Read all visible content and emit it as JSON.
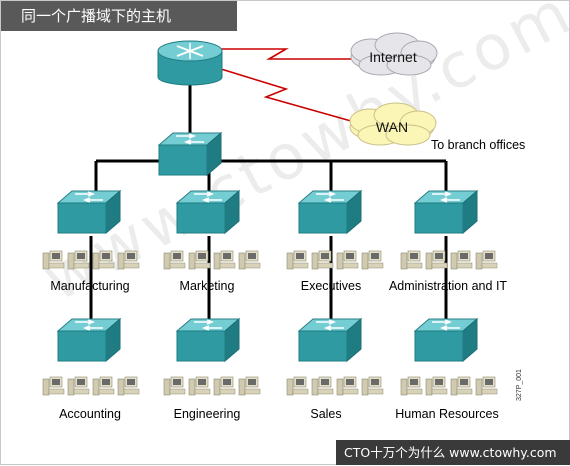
{
  "title": "同一个广播域下的主机",
  "watermark": "www.ctowhy.com",
  "footer": "CTO十万个为什么 www.ctowhy.com",
  "figure_code": "327P_001",
  "clouds": {
    "internet": "Internet",
    "wan": "WAN"
  },
  "wan_note": "To branch offices",
  "departments_top": [
    "Manufacturing",
    "Marketing",
    "Executives",
    "Administration and IT"
  ],
  "departments_bottom": [
    "Accounting",
    "Engineering",
    "Sales",
    "Human Resources"
  ],
  "colors": {
    "device_teal": "#2f9aa2",
    "device_top": "#6fc9cf",
    "wan_link": "#cc0000",
    "title_bg": "#595959",
    "footer_bg": "#3a3a3a"
  }
}
